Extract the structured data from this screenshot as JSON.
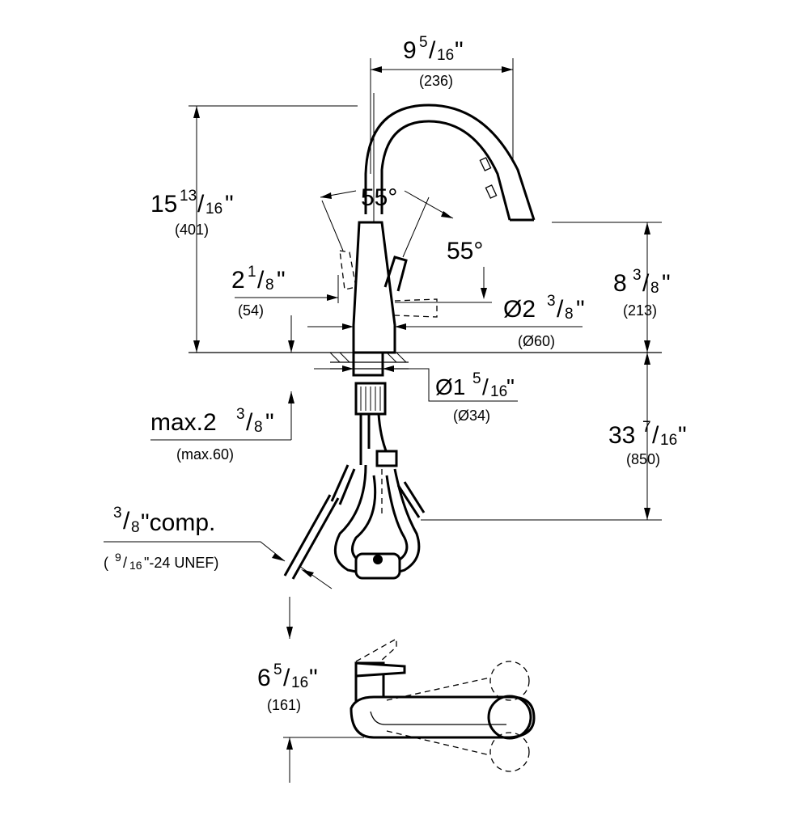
{
  "dimensions": {
    "spout_reach": {
      "whole": "9",
      "num": "5",
      "den": "16",
      "unit": "\"",
      "mm": "(236)"
    },
    "total_height": {
      "whole": "15",
      "num": "13",
      "den": "16",
      "unit": "\"",
      "mm": "(401)"
    },
    "angle_front": {
      "value": "55°"
    },
    "angle_side": {
      "value": "55°"
    },
    "outlet_height": {
      "whole": "8",
      "num": "3",
      "den": "8",
      "unit": "\"",
      "mm": "(213)"
    },
    "lever_offset": {
      "whole": "2",
      "num": "1",
      "den": "8",
      "unit": "\"",
      "mm": "(54)"
    },
    "base_diameter": {
      "prefix": "Ø2",
      "num": "3",
      "den": "8",
      "unit": "\"",
      "mm": "(Ø60)"
    },
    "hole_diameter": {
      "prefix": "Ø1",
      "num": "5",
      "den": "16",
      "unit": "\"",
      "mm": "(Ø34)"
    },
    "max_deck": {
      "prefix": "max.2",
      "num": "3",
      "den": "8",
      "unit": "\"",
      "mm": "(max.60)"
    },
    "hose_length": {
      "whole": "33",
      "num": "7",
      "den": "16",
      "unit": "\"",
      "mm": "(850)"
    },
    "connection": {
      "num": "3",
      "den": "8",
      "suffix": "\"comp.",
      "thread_open": "(",
      "thread_num": "9",
      "thread_den": "16",
      "thread_rest": "\"-24 UNEF)"
    },
    "lever_clearance": {
      "whole": "6",
      "num": "5",
      "den": "16",
      "unit": "\"",
      "mm": "(161)"
    }
  }
}
